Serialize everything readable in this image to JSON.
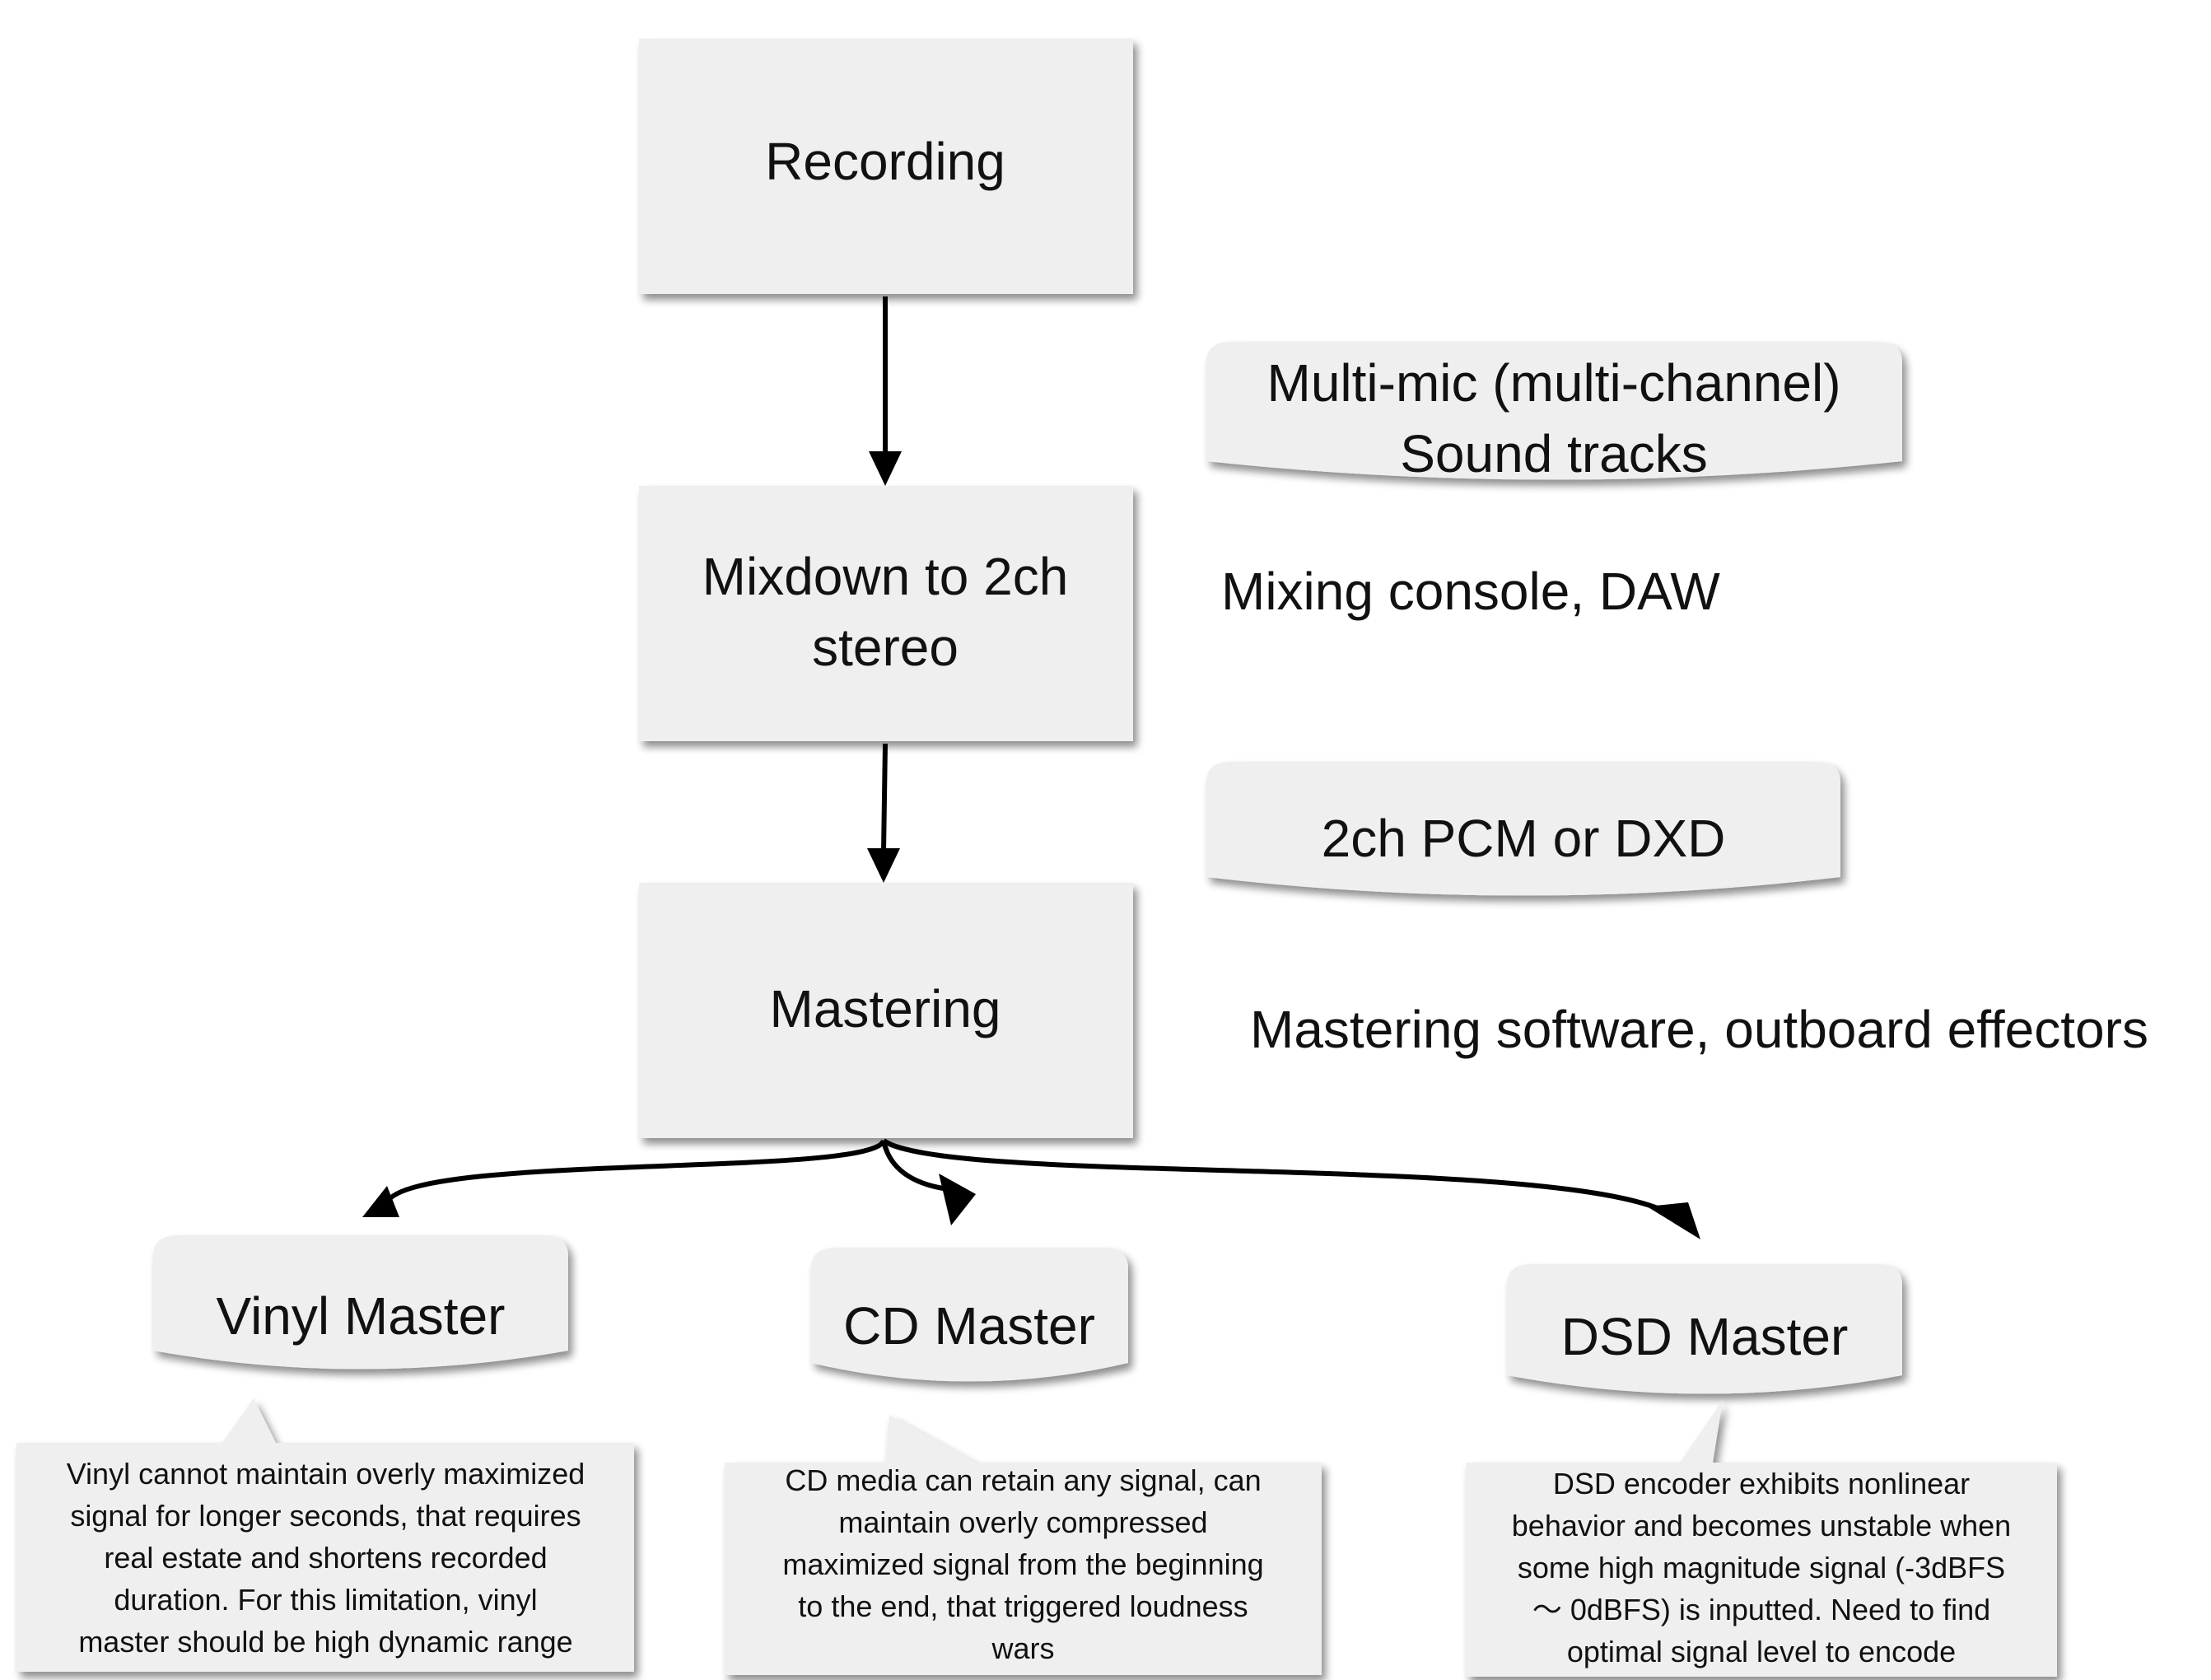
{
  "steps": {
    "recording": "Recording",
    "mixdown_line1": "Mixdown to 2ch",
    "mixdown_line2": "stereo",
    "mastering": "Mastering"
  },
  "media": {
    "multimic_line1": "Multi-mic (multi-channel)",
    "multimic_line2": "Sound tracks",
    "pcm_dxd": "2ch PCM or DXD"
  },
  "tools": {
    "mixing": "Mixing console, DAW",
    "mastering": "Mastering software, outboard effectors"
  },
  "outputs": {
    "vinyl": "Vinyl Master",
    "cd": "CD Master",
    "dsd": "DSD Master"
  },
  "notes": {
    "vinyl": [
      "Vinyl cannot maintain overly maximized",
      "signal for longer seconds,  that requires",
      "real estate and shortens recorded",
      "duration. For this limitation, vinyl",
      "master should be high dynamic range"
    ],
    "cd": [
      "CD media can retain any signal, can",
      "maintain overly compressed",
      "maximized signal from the beginning",
      "to the end, that triggered loudness",
      "wars"
    ],
    "dsd": [
      "DSD encoder exhibits nonlinear",
      "behavior and becomes unstable when",
      "some high magnitude signal (-3dBFS",
      "～ 0dBFS) is inputted. Need to find",
      "optimal signal level to encode"
    ]
  }
}
